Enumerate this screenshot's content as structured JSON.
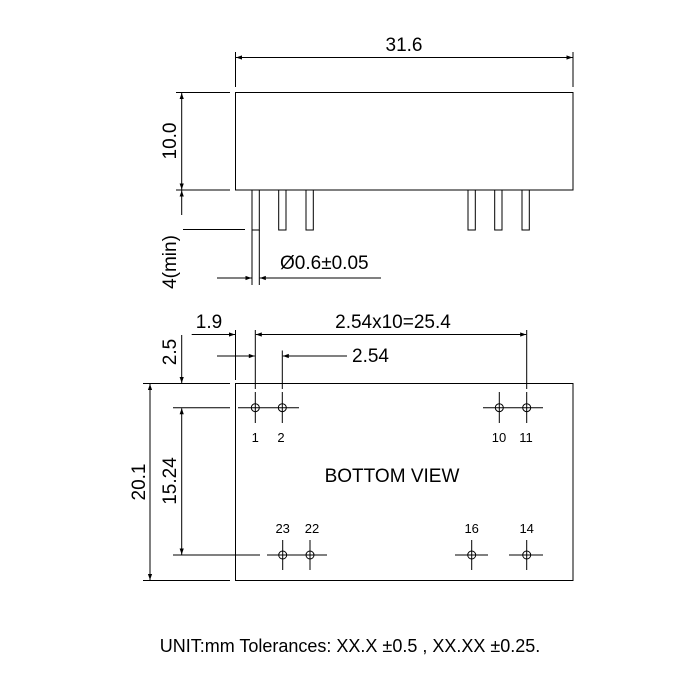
{
  "side_view": {
    "width_dim": "31.6",
    "height_dim": "10.0",
    "pin_length_dim": "4(min)",
    "pin_diameter_dim": "Ø0.6±0.05"
  },
  "bottom_view": {
    "title": "BOTTOM VIEW",
    "edge_to_pin1_dim": "1.9",
    "pin_span_dim": "2.54x10=25.4",
    "pin_pitch_dim": "2.54",
    "top_edge_dim": "2.5",
    "row_spacing_dim": "15.24",
    "depth_dim": "20.1",
    "pins_top": [
      "1",
      "2",
      "10",
      "11"
    ],
    "pins_bottom": [
      "23",
      "22",
      "16",
      "14"
    ]
  },
  "footer": {
    "note": "UNIT:mm Tolerances: XX.X ±0.5 , XX.XX ±0.25."
  }
}
